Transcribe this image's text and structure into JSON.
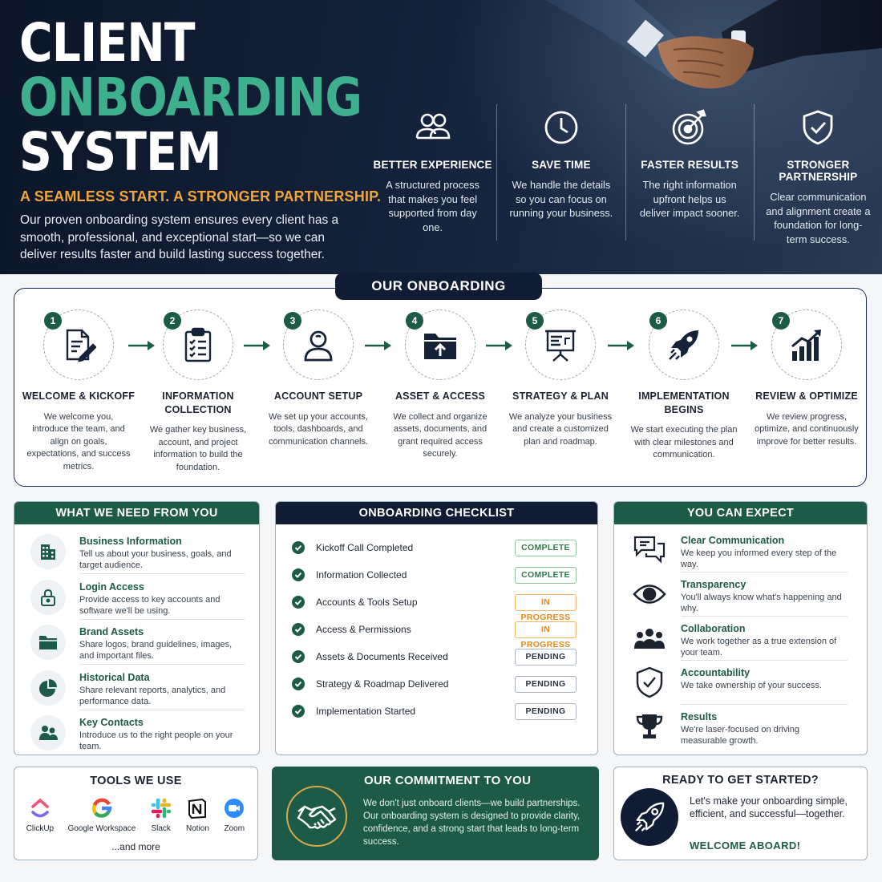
{
  "hero": {
    "title_line1": "CLIENT",
    "title_line2": "ONBOARDING",
    "title_line3": "SYSTEM",
    "tagline": "A SEAMLESS START. A STRONGER PARTNERSHIP.",
    "description": "Our proven onboarding system ensures every client has a smooth, professional, and exceptional start—so we can deliver results faster and build lasting success together."
  },
  "benefits": [
    {
      "icon": "users-icon",
      "title": "BETTER EXPERIENCE",
      "text": "A structured process that makes you feel supported from day one."
    },
    {
      "icon": "clock-icon",
      "title": "SAVE TIME",
      "text": "We handle the details so you can focus on running your business."
    },
    {
      "icon": "target-icon",
      "title": "FASTER RESULTS",
      "text": "The right information upfront helps us deliver impact sooner."
    },
    {
      "icon": "shield-check-icon",
      "title": "STRONGER PARTNERSHIP",
      "text": "Clear communication and alignment create a foundation for long-term success."
    }
  ],
  "journey": {
    "title": "OUR ONBOARDING JOURNEY",
    "steps": [
      {
        "num": "1",
        "icon": "document-edit-icon",
        "title": "WELCOME & KICKOFF",
        "text": "We welcome you, introduce the team, and align on goals, expectations, and success metrics."
      },
      {
        "num": "2",
        "icon": "clipboard-checklist-icon",
        "title": "INFORMATION COLLECTION",
        "text": "We gather key business, account, and project information to build the foundation."
      },
      {
        "num": "3",
        "icon": "user-icon",
        "title": "ACCOUNT SETUP",
        "text": "We set up your accounts, tools, dashboards, and communication channels."
      },
      {
        "num": "4",
        "icon": "folder-upload-icon",
        "title": "ASSET & ACCESS",
        "text": "We collect and organize assets, documents, and grant required access securely."
      },
      {
        "num": "5",
        "icon": "presentation-board-icon",
        "title": "STRATEGY & PLAN",
        "text": "We analyze your business and create a customized plan and roadmap."
      },
      {
        "num": "6",
        "icon": "rocket-icon",
        "title": "IMPLEMENTATION BEGINS",
        "text": "We start executing the plan with clear milestones and communication."
      },
      {
        "num": "7",
        "icon": "growth-chart-icon",
        "title": "REVIEW & OPTIMIZE",
        "text": "We review progress, optimize, and continuously improve for better results."
      }
    ]
  },
  "needs": {
    "title": "WHAT WE NEED FROM YOU",
    "items": [
      {
        "icon": "building-icon",
        "title": "Business Information",
        "text": "Tell us about your business, goals, and target audience."
      },
      {
        "icon": "lock-icon",
        "title": "Login Access",
        "text": "Provide access to key accounts and software we'll be using."
      },
      {
        "icon": "folder-icon",
        "title": "Brand Assets",
        "text": "Share logos, brand guidelines, images, and important files."
      },
      {
        "icon": "pie-chart-icon",
        "title": "Historical Data",
        "text": "Share relevant reports, analytics, and performance data."
      },
      {
        "icon": "contacts-icon",
        "title": "Key Contacts",
        "text": "Introduce us to the right people on your team."
      }
    ]
  },
  "checklist": {
    "title": "ONBOARDING CHECKLIST",
    "items": [
      {
        "label": "Kickoff Call Completed",
        "status": "COMPLETE",
        "kind": "complete"
      },
      {
        "label": "Information Collected",
        "status": "COMPLETE",
        "kind": "complete"
      },
      {
        "label": "Accounts & Tools Setup",
        "status": "IN PROGRESS",
        "kind": "progress"
      },
      {
        "label": "Access & Permissions",
        "status": "IN PROGRESS",
        "kind": "progress"
      },
      {
        "label": "Assets & Documents Received",
        "status": "PENDING",
        "kind": "pending"
      },
      {
        "label": "Strategy & Roadmap Delivered",
        "status": "PENDING",
        "kind": "pending"
      },
      {
        "label": "Implementation Started",
        "status": "PENDING",
        "kind": "pending"
      }
    ]
  },
  "expect": {
    "title": "YOU CAN EXPECT",
    "items": [
      {
        "icon": "chat-bubbles-icon",
        "title": "Clear Communication",
        "text": "We keep you informed every step of the way."
      },
      {
        "icon": "eye-icon",
        "title": "Transparency",
        "text": "You'll always know what's happening and why."
      },
      {
        "icon": "team-icon",
        "title": "Collaboration",
        "text": "We work together as a true extension of your team."
      },
      {
        "icon": "shield-check-icon",
        "title": "Accountability",
        "text": "We take ownership of your success."
      },
      {
        "icon": "trophy-icon",
        "title": "Results",
        "text": "We're laser-focused on driving measurable growth."
      }
    ]
  },
  "tools": {
    "title": "TOOLS WE USE",
    "items": [
      {
        "icon": "clickup-icon",
        "name": "ClickUp"
      },
      {
        "icon": "google-icon",
        "name": "Google Workspace"
      },
      {
        "icon": "slack-icon",
        "name": "Slack"
      },
      {
        "icon": "notion-icon",
        "name": "Notion"
      },
      {
        "icon": "zoom-icon",
        "name": "Zoom"
      }
    ],
    "more": "...and more"
  },
  "commitment": {
    "title": "OUR COMMITMENT TO YOU",
    "text": "We don't just onboard clients—we build partnerships. Our onboarding system is designed to provide clarity, confidence, and a strong start that leads to long-term success."
  },
  "ready": {
    "title": "READY TO GET STARTED?",
    "text": "Let's make your onboarding simple, efficient, and successful—together.",
    "cta": "WELCOME ABOARD!"
  },
  "colors": {
    "navy": "#0f1c33",
    "green": "#1d5a47",
    "accent_green": "#3fb08e",
    "orange": "#f2a53a"
  }
}
